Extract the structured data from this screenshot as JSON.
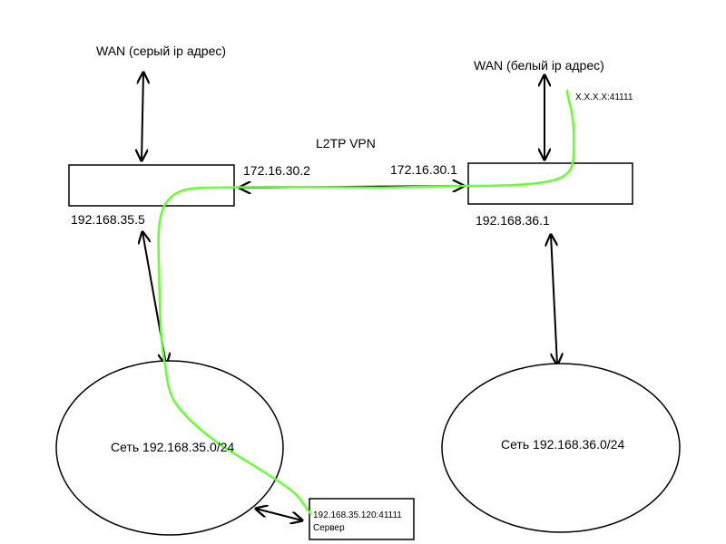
{
  "labels": {
    "wan_left": "WAN (серый ip адрес)",
    "wan_right": "WAN (белый ip адрес)",
    "public_endpoint": "X.X.X.X:41111",
    "vpn": "L2TP VPN",
    "tunnel_left_ip": "172.16.30.2",
    "tunnel_right_ip": "172.16.30.1",
    "router_left_lan_ip": "192.168.35.5",
    "router_right_lan_ip": "192.168.36.1",
    "net_left": "Сеть 192.168.35.0/24",
    "net_right": "Сеть 192.168.36.0/24",
    "server_address": "192.168.35.120:41111",
    "server_name": "Сервер"
  },
  "colors": {
    "route": "#66ff33",
    "lines": "#000000",
    "background": "#ffffff"
  }
}
